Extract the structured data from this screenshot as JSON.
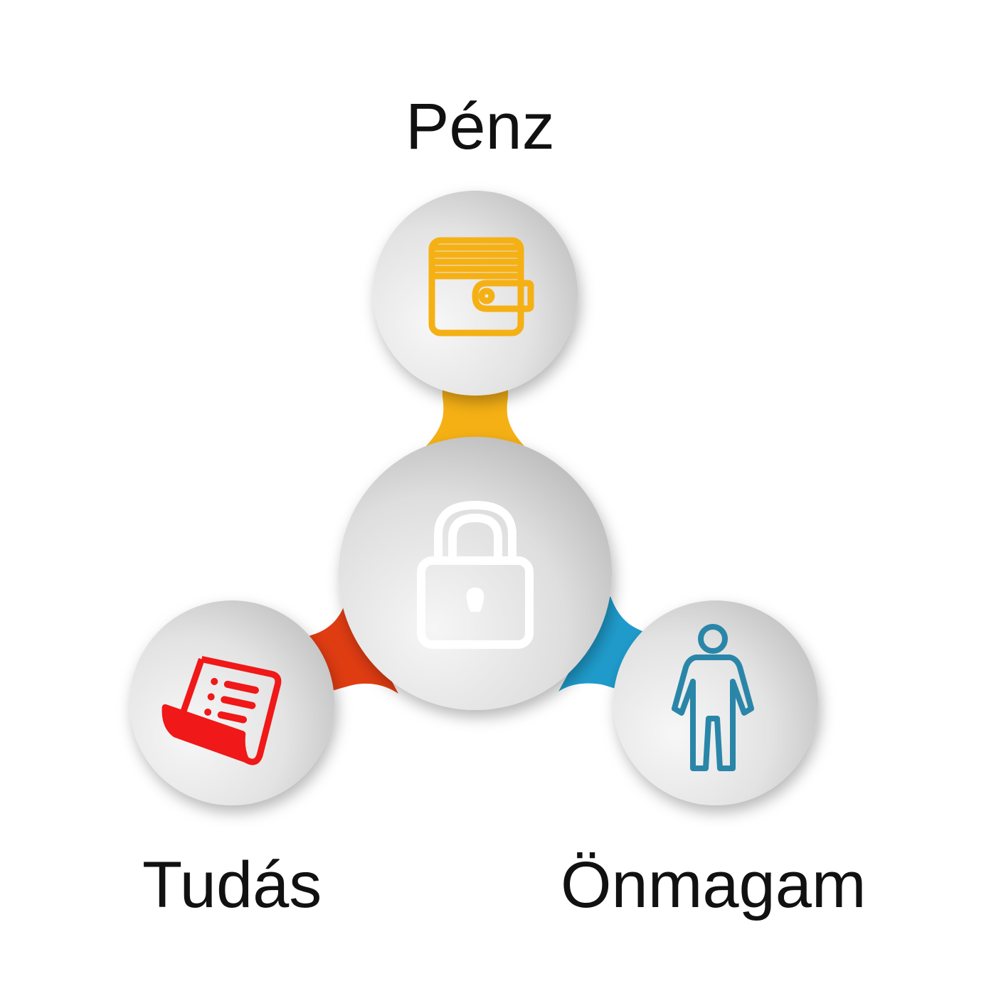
{
  "nodes": {
    "money": {
      "label": "Pénz",
      "icon": "wallet-icon"
    },
    "knowledge": {
      "label": "Tudás",
      "icon": "document-scroll-icon"
    },
    "self": {
      "label": "Önmagam",
      "icon": "person-icon"
    },
    "center": {
      "icon": "padlock-icon"
    }
  },
  "colors": {
    "money": "#F5B014",
    "knowledge": "#E03C12",
    "self": "#1F9BCB",
    "knowledge_icon": "#F01818",
    "self_icon": "#2A86A8",
    "circle_light": "#F4F4F4",
    "circle_dark": "#BDBDBD",
    "lock": "#FFFFFF"
  }
}
